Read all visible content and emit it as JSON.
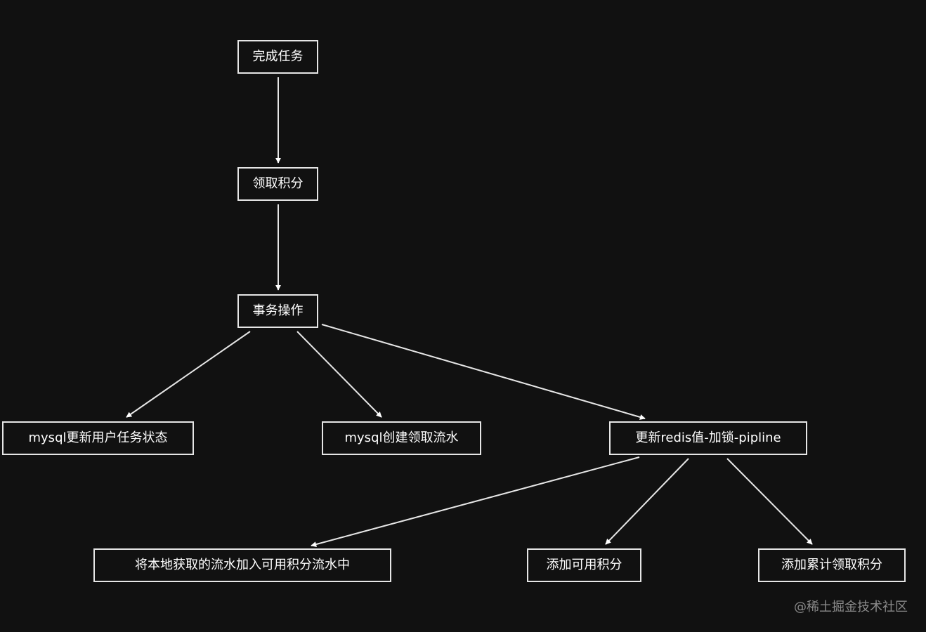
{
  "diagram": {
    "type": "flowchart",
    "colors": {
      "background": "#111111",
      "stroke": "#e6e6e6",
      "text": "#ffffff"
    },
    "nodes": [
      {
        "id": "n1",
        "label": "完成任务"
      },
      {
        "id": "n2",
        "label": "领取积分"
      },
      {
        "id": "n3",
        "label": "事务操作"
      },
      {
        "id": "n4",
        "label": "mysql更新用户任务状态"
      },
      {
        "id": "n5",
        "label": "mysql创建领取流水"
      },
      {
        "id": "n6",
        "label": "更新redis值-加锁-pipline"
      },
      {
        "id": "n7",
        "label": "将本地获取的流水加入可用积分流水中"
      },
      {
        "id": "n8",
        "label": "添加可用积分"
      },
      {
        "id": "n9",
        "label": "添加累计领取积分"
      }
    ],
    "edges": [
      {
        "from": "n1",
        "to": "n2"
      },
      {
        "from": "n2",
        "to": "n3"
      },
      {
        "from": "n3",
        "to": "n4"
      },
      {
        "from": "n3",
        "to": "n5"
      },
      {
        "from": "n3",
        "to": "n6"
      },
      {
        "from": "n6",
        "to": "n7"
      },
      {
        "from": "n6",
        "to": "n8"
      },
      {
        "from": "n6",
        "to": "n9"
      }
    ]
  },
  "watermark": "@稀土掘金技术社区"
}
